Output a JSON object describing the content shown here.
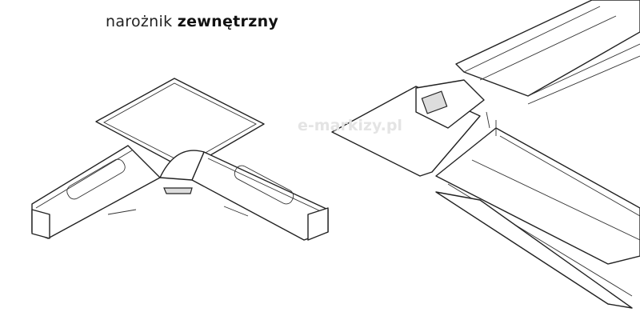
{
  "title": {
    "normal": "narożnik ",
    "bold": "zewnętrzny"
  },
  "watermark": "e-markizy.pl"
}
